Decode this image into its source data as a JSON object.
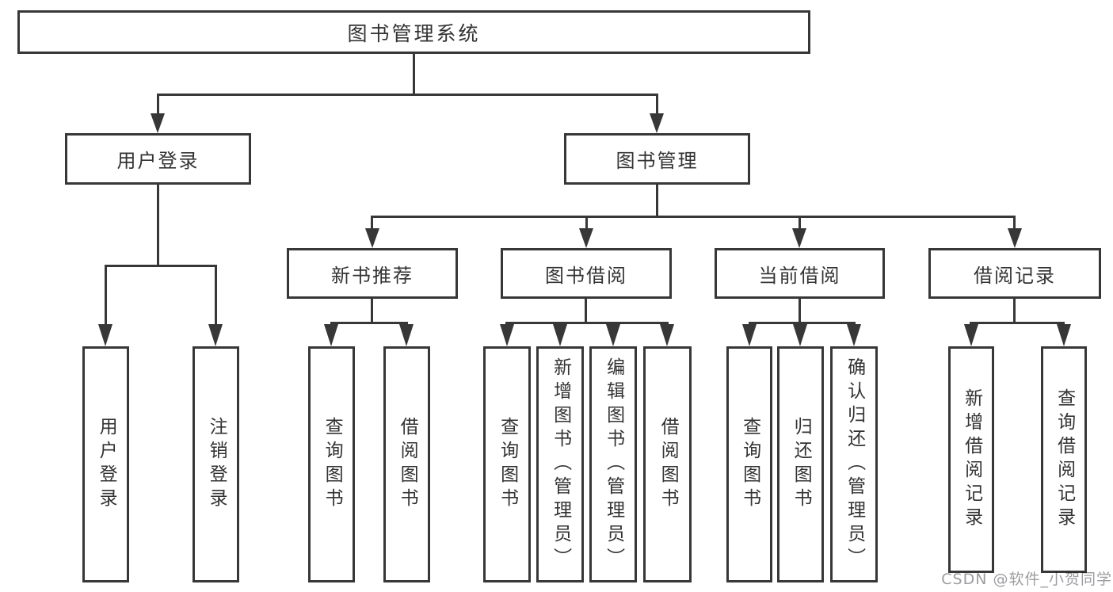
{
  "tree": {
    "root": "图书管理系统",
    "level2": [
      "用户登录",
      "图书管理"
    ],
    "level3": [
      "新书推荐",
      "图书借阅",
      "当前借阅",
      "借阅记录"
    ],
    "leaves_login": [
      "用户登录",
      "注销登录"
    ],
    "leaves_recommend": [
      "查询图书",
      "借阅图书"
    ],
    "leaves_borrow": [
      "查询图书",
      "新增图书（管理员）",
      "编辑图书（管理员）",
      "借阅图书"
    ],
    "leaves_current": [
      "查询图书",
      "归还图书",
      "确认归还（管理员）"
    ],
    "leaves_record": [
      "新增借阅记录",
      "查询借阅记录"
    ]
  },
  "watermark": "CSDN @软件_小贺同学",
  "colors": {
    "line": "#373737",
    "border": "#373737",
    "text": "#333333",
    "watermark": "#9d9da1",
    "background": "#ffffff"
  }
}
